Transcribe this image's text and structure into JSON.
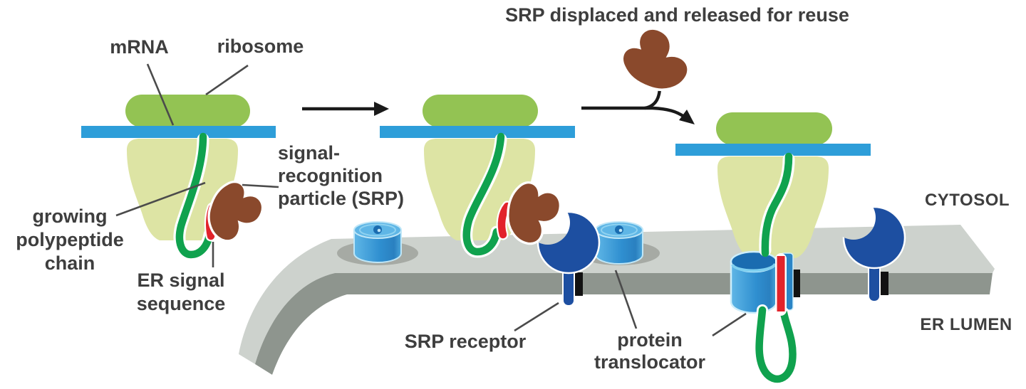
{
  "title": "SRP displaced and released for reuse",
  "labels": {
    "mrna": "mRNA",
    "ribosome": "ribosome",
    "srp": [
      "signal-",
      "recognition",
      "particle (SRP)"
    ],
    "growing_chain": [
      "growing",
      "polypeptide",
      "chain"
    ],
    "er_signal": [
      "ER signal",
      "sequence"
    ],
    "srp_receptor": "SRP receptor",
    "protein_translocator": [
      "protein",
      "translocator"
    ],
    "cytosol": "CYTOSOL",
    "er_lumen": "ER LUMEN"
  },
  "icons": {
    "step_arrow": "right-arrow",
    "release_arrow": "branched-arrow-up-and-right"
  },
  "colors": {
    "small-subunit": "#93c353",
    "large-subunit": "#dde4a4",
    "mrna": "#2e9ed9",
    "chain-green": "#10a24e",
    "signal-red": "#e2232b",
    "srp-brown": "#8a492c",
    "receptor-blue": "#1d4fa1",
    "translocator-blue": "#2f8fd0",
    "translocator-light": "#5fb6e6",
    "translocator-rim": "#bfe6f7",
    "translocator-dark": "#1a6cb0",
    "membrane-top": "#cdd2cd",
    "membrane-front": "#8e958e",
    "membrane-well": "#a6aaa4",
    "slot-black": "#121212",
    "arrow-black": "#1a1a1a",
    "leader-gray": "#4b4b4b",
    "text-gray": "#3e3e3e"
  }
}
